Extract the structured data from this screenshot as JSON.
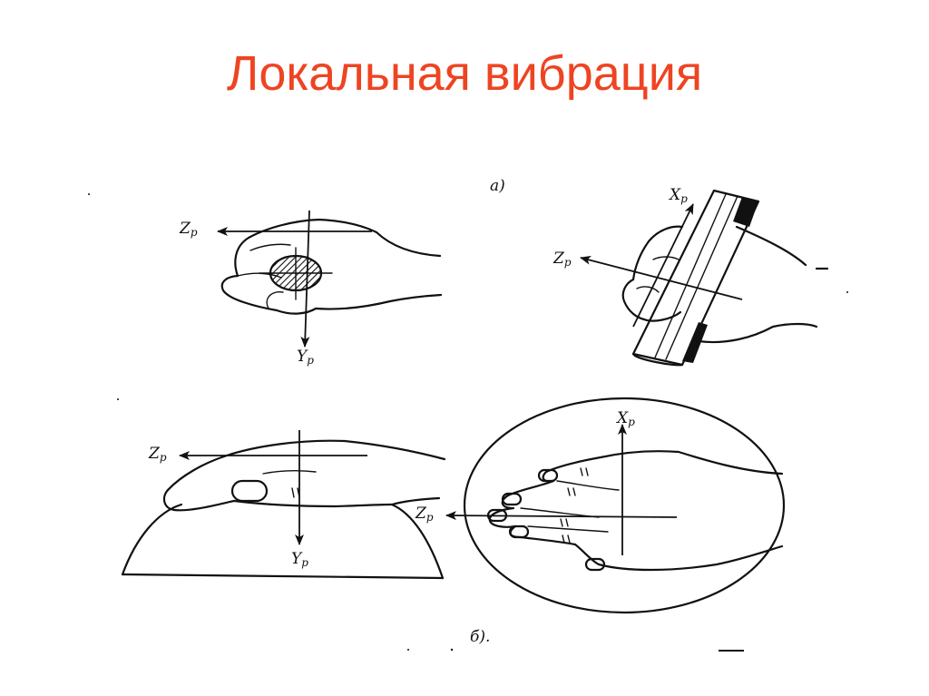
{
  "title": "Локальная вибрация",
  "colors": {
    "title": "#ee4422",
    "ink": "#111111",
    "background": "#ffffff"
  },
  "figure_a": {
    "caption": "а)",
    "left_view": {
      "axis_z": "Z",
      "axis_y": "Y",
      "subscript": "р"
    },
    "right_view": {
      "axis_x": "X",
      "axis_z": "Z",
      "subscript": "р"
    }
  },
  "figure_b": {
    "caption": "б).",
    "left_view": {
      "axis_z": "Z",
      "axis_y": "Y",
      "subscript": "р"
    },
    "right_view": {
      "axis_x": "X",
      "axis_z": "Z",
      "subscript": "р"
    }
  }
}
